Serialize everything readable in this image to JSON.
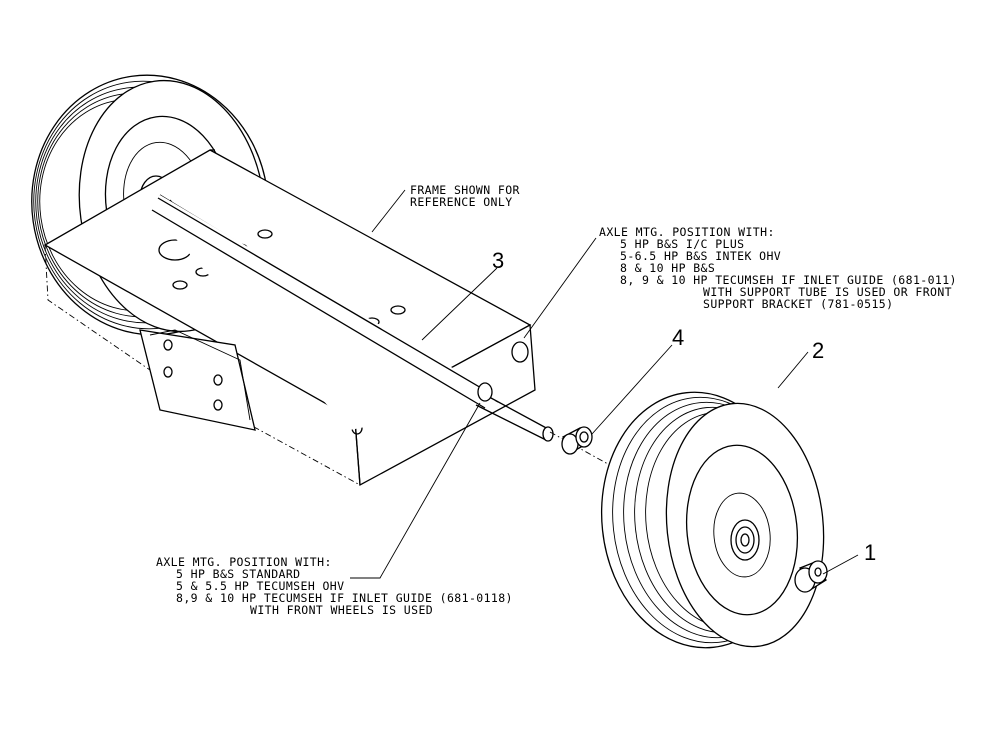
{
  "callouts": {
    "c1": "1",
    "c2": "2",
    "c3": "3",
    "c4": "4"
  },
  "frame_note": {
    "line1": "FRAME SHOWN FOR",
    "line2": "REFERENCE ONLY"
  },
  "upper_note": {
    "title": "AXLE MTG. POSITION WITH:",
    "line1": "5 HP B&S I/C PLUS",
    "line2": "5-6.5 HP B&S INTEK OHV",
    "line3": "8 & 10 HP B&S",
    "line4": "8, 9 & 10 HP TECUMSEH IF INLET GUIDE (681-011)",
    "line5": "WITH SUPPORT TUBE IS USED OR FRONT",
    "line6": "SUPPORT BRACKET (781-0515)"
  },
  "lower_note": {
    "title": "AXLE MTG. POSITION WITH:",
    "line1": "5 HP B&S STANDARD",
    "line2": "5 & 5.5 HP TECUMSEH OHV",
    "line3": "8,9 & 10 HP TECUMSEH IF INLET GUIDE (681-0118)",
    "line4": "WITH FRONT WHEELS IS USED"
  }
}
